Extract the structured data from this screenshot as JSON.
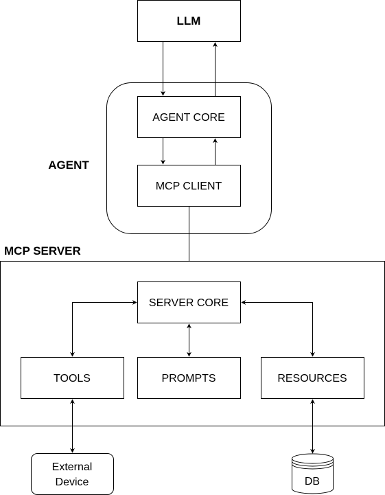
{
  "diagram": {
    "nodes": {
      "llm": "LLM",
      "agent_group": "AGENT",
      "agent_core": "AGENT CORE",
      "mcp_client": "MCP CLIENT",
      "mcp_server_group": "MCP SERVER",
      "server_core": "SERVER CORE",
      "tools": "TOOLS",
      "prompts": "PROMPTS",
      "resources": "RESOURCES",
      "external_device_line1": "External",
      "external_device_line2": "Device",
      "db": "DB"
    },
    "edges": [
      {
        "from": "llm",
        "to": "agent_core",
        "arrow": "forward"
      },
      {
        "from": "agent_core",
        "to": "llm",
        "arrow": "forward"
      },
      {
        "from": "agent_core",
        "to": "mcp_client",
        "arrow": "forward"
      },
      {
        "from": "mcp_client",
        "to": "agent_core",
        "arrow": "forward"
      },
      {
        "from": "mcp_client",
        "to": "mcp_server_group",
        "arrow": "none"
      },
      {
        "from": "server_core",
        "to": "tools",
        "arrow": "both"
      },
      {
        "from": "server_core",
        "to": "prompts",
        "arrow": "both"
      },
      {
        "from": "server_core",
        "to": "resources",
        "arrow": "both"
      },
      {
        "from": "tools",
        "to": "external_device",
        "arrow": "both"
      },
      {
        "from": "resources",
        "to": "db",
        "arrow": "both"
      }
    ],
    "colors": {
      "stroke": "#000000",
      "fill": "#ffffff"
    }
  }
}
